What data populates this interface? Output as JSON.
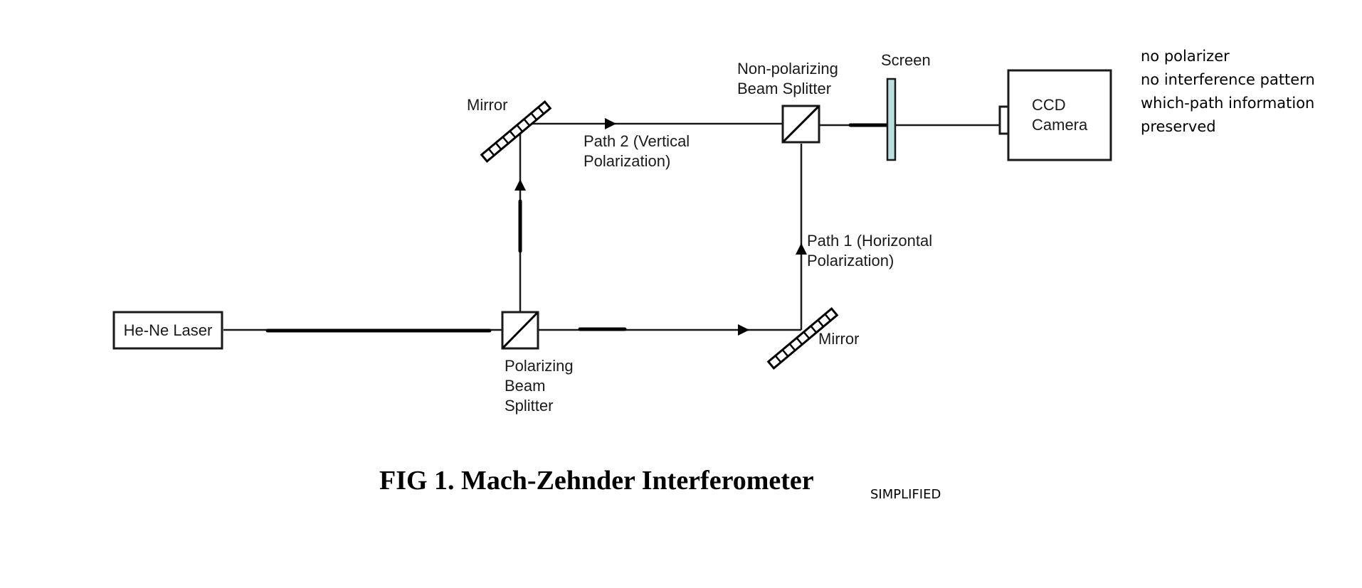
{
  "diagram": {
    "title": "Mach-Zehnder Interferometer (simplified)",
    "components": {
      "laser": {
        "label": "He-Ne Laser"
      },
      "polarizing_beam_splitter": {
        "label_lines": [
          "Polarizing",
          "Beam",
          "Splitter"
        ]
      },
      "mirror_top": {
        "label": "Mirror"
      },
      "mirror_bottom": {
        "label": "Mirror"
      },
      "non_polarizing_beam_splitter": {
        "label_lines": [
          "Non-polarizing",
          "Beam Splitter"
        ]
      },
      "screen": {
        "label": "Screen",
        "fill_color": "#b9dfe0"
      },
      "ccd_camera": {
        "label_lines": [
          "CCD",
          "Camera"
        ]
      }
    },
    "paths": {
      "path2": {
        "label_lines": [
          "Path 2 (Vertical",
          "Polarization)"
        ]
      },
      "path1": {
        "label_lines": [
          "Path 1 (Horizontal",
          "Polarization)"
        ]
      }
    },
    "notes": [
      "no polarizer",
      "no interference pattern",
      "which-path information",
      "preserved"
    ],
    "caption": {
      "main": "FIG 1.  Mach-Zehnder Interferometer",
      "suffix": "SIMPLIFIED"
    }
  }
}
